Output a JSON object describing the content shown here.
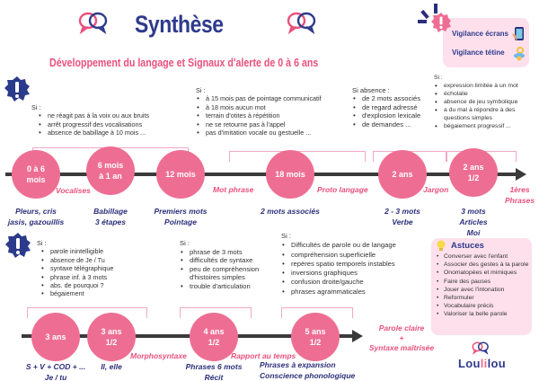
{
  "header": {
    "title": "Synthèse",
    "subtitle": "Développement du langage et Signaux d'alerte de 0 à 6 ans",
    "logo_icon": "speech-bubbles-icon"
  },
  "vigilance": {
    "items": [
      {
        "label": "Vigilance écrans",
        "icon": "phone-icon"
      },
      {
        "label": "Vigilance tétine",
        "icon": "pacifier-icon"
      }
    ],
    "badge_icon": "alert-badge-icon"
  },
  "row1": {
    "alerts": [
      {
        "heading": "Si :",
        "items": [
          "ne réagit pas à la voix ou aux bruits",
          "arrêt progressif des vocalisations",
          "absence de babillage à 10 mois ..."
        ]
      },
      {
        "heading": "Si :",
        "items": [
          "à 15 mois pas de pointage communicatif",
          "à 18 mois aucun mot",
          "terrain d'otites à répétition",
          "ne se retourne pas à l'appel",
          "pas d'imitation vocale ou gestuelle ..."
        ]
      },
      {
        "heading": "Si absence :",
        "items": [
          "de 2 mots associés",
          "de regard adressé",
          "d'explosion lexicale",
          "de demandes ..."
        ]
      },
      {
        "heading": "Si :",
        "items": [
          "expression limitée à un mot",
          "écholalie",
          "absence de jeu symbolique",
          "a du mal à répondre à des questions simples",
          "bégaiement progressif ..."
        ]
      }
    ],
    "milestones": [
      {
        "age": [
          "0 à 6",
          "mois"
        ],
        "desc": [
          "Pleurs, cris",
          "jasis, gazouillis"
        ]
      },
      {
        "age": [
          "6 mois",
          "à 1 an"
        ],
        "desc": [
          "Babillage",
          "3 étapes"
        ]
      },
      {
        "age": [
          "12 mois"
        ],
        "desc": [
          "Premiers mots",
          "Pointage"
        ]
      },
      {
        "age": [
          "18 mois"
        ],
        "desc": [
          "2 mots associés"
        ]
      },
      {
        "age": [
          "2 ans"
        ],
        "desc": [
          "2 - 3 mots",
          "Verbe"
        ]
      },
      {
        "age": [
          "2 ans",
          "1/2"
        ],
        "desc": [
          "3 mots",
          "Articles",
          "Moi"
        ]
      }
    ],
    "stages": [
      "Vocalises",
      "Mot phrase",
      "Proto langage",
      "Jargon",
      "1ères",
      "Phrases"
    ]
  },
  "row2": {
    "alerts": [
      {
        "heading": "Si :",
        "items": [
          "parole inintelligible",
          "absence de Je / Tu",
          "syntaxe télégraphique",
          "phrase inf. à 3 mots",
          "abs. de pourquoi ?",
          "bégaiement"
        ]
      },
      {
        "heading": "Si :",
        "items": [
          "phrase de 3 mots",
          "difficultés de syntaxe",
          "peu de compréhension d'histoires simples",
          "trouble d'articulation"
        ]
      },
      {
        "heading": "Si :",
        "items": [
          "Difficultés de parole ou de langage",
          "compréhension superficielle",
          "repères spatio temporels instables",
          "inversions graphiques",
          "confusion droite/gauche",
          "phrases agrammaticales"
        ]
      }
    ],
    "milestones": [
      {
        "age": [
          "3 ans"
        ],
        "desc": [
          "S + V + COD + ...",
          "Je / tu"
        ]
      },
      {
        "age": [
          "3 ans",
          "1/2"
        ],
        "desc": [
          "Il, elle"
        ]
      },
      {
        "age": [
          "4 ans",
          "1/2"
        ],
        "desc": [
          "Phrases 6 mots",
          "Récit"
        ]
      },
      {
        "age": [
          "5 ans",
          "1/2"
        ],
        "desc": [
          "Phrases à expansion",
          "Conscience phonologique"
        ]
      }
    ],
    "stages": [
      "Morphosyntaxe",
      "Rapport au temps"
    ],
    "final": [
      "Parole claire",
      "+",
      "Syntaxe maîtrisée"
    ]
  },
  "tips": {
    "title": "Astuces",
    "icon": "lightbulb-icon",
    "items": [
      "Converser avec l'enfant",
      "Associer des gestes à la parole",
      "Onomatopées et mimiques",
      "Faire des pauses",
      "Jouer avec l'intonation",
      "Reformuler",
      "Vocabulaire précis",
      "Valoriser la belle parole"
    ]
  },
  "brand": {
    "pre": "Lou",
    "accent": "li",
    "post": "lou"
  },
  "colors": {
    "navy": "#2e3a8c",
    "pink": "#ee6e93",
    "pink_text": "#e9517d",
    "light_pink": "#fde0ec",
    "bracket": "#f2a8c6",
    "line": "#3a3a3a"
  }
}
